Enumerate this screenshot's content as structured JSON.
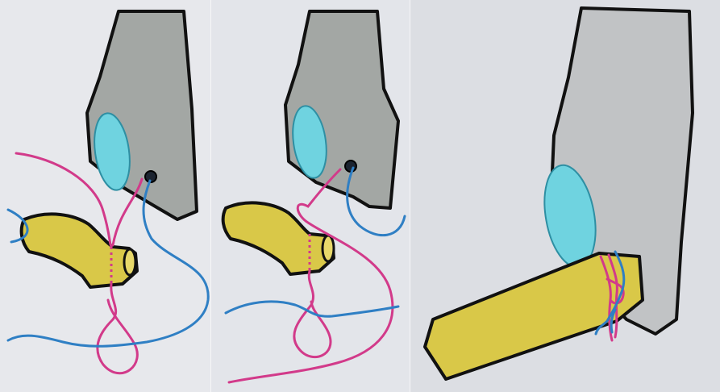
{
  "panels": [
    {
      "id": "step-1"
    },
    {
      "id": "step-2"
    },
    {
      "id": "step-3"
    }
  ],
  "colors": {
    "background": "#e7e8ec",
    "stomach_fill": "#a3a7a4",
    "stomach_light_fill": "#c1c3c5",
    "ulcer_fill": "#6fd3e0",
    "pancreas_fill": "#d9c848",
    "outline": "#111111",
    "suture_magenta": "#d23a8a",
    "suture_blue": "#2f7fc4",
    "opening": "#1c2430"
  }
}
